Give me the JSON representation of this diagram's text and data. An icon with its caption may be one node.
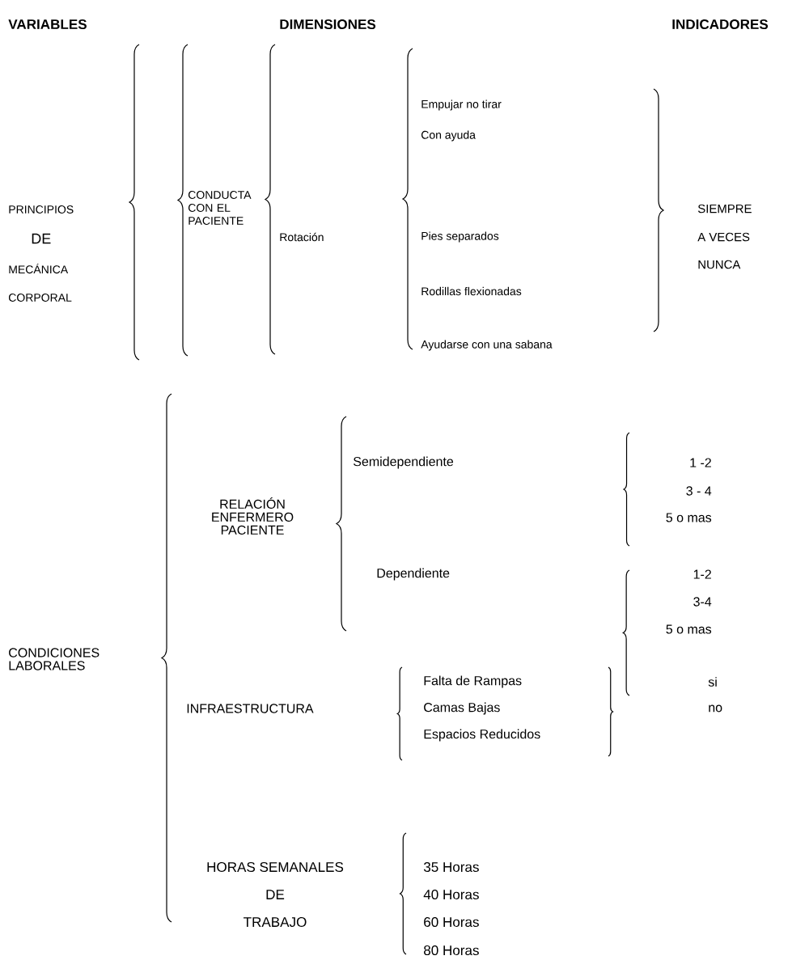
{
  "diagram": {
    "labels": [
      "VARIABLES",
      "DIMENSIONES",
      "INDICADORES",
      "PRINCIPIOS",
      "DE",
      "MECÁNICA",
      "CORPORAL",
      "CONDUCTA CON EL PACIENTE",
      "Rotación",
      "Empujar no tirar",
      "Con ayuda",
      "Pies separados",
      "Rodillas flexionadas",
      "Ayudarse con una sabana",
      "SIEMPRE",
      "A VECES",
      "NUNCA",
      "RELACIÓN ENFERMERO PACIENTE",
      "Semidependiente",
      "1 -2",
      "3 - 4",
      "5 o mas",
      "Dependiente",
      "1-2",
      "3-4",
      "5 o mas",
      "CONDICIONES LABORALES",
      "INFRAESTRUCTURA",
      "Falta de Rampas",
      "Camas Bajas",
      "Espacios Reducidos",
      "si",
      "no",
      "HORAS SEMANALES",
      "DE",
      "TRABAJO",
      "35 Horas",
      "40 Horas",
      "60 Horas",
      "80 Horas"
    ]
  }
}
